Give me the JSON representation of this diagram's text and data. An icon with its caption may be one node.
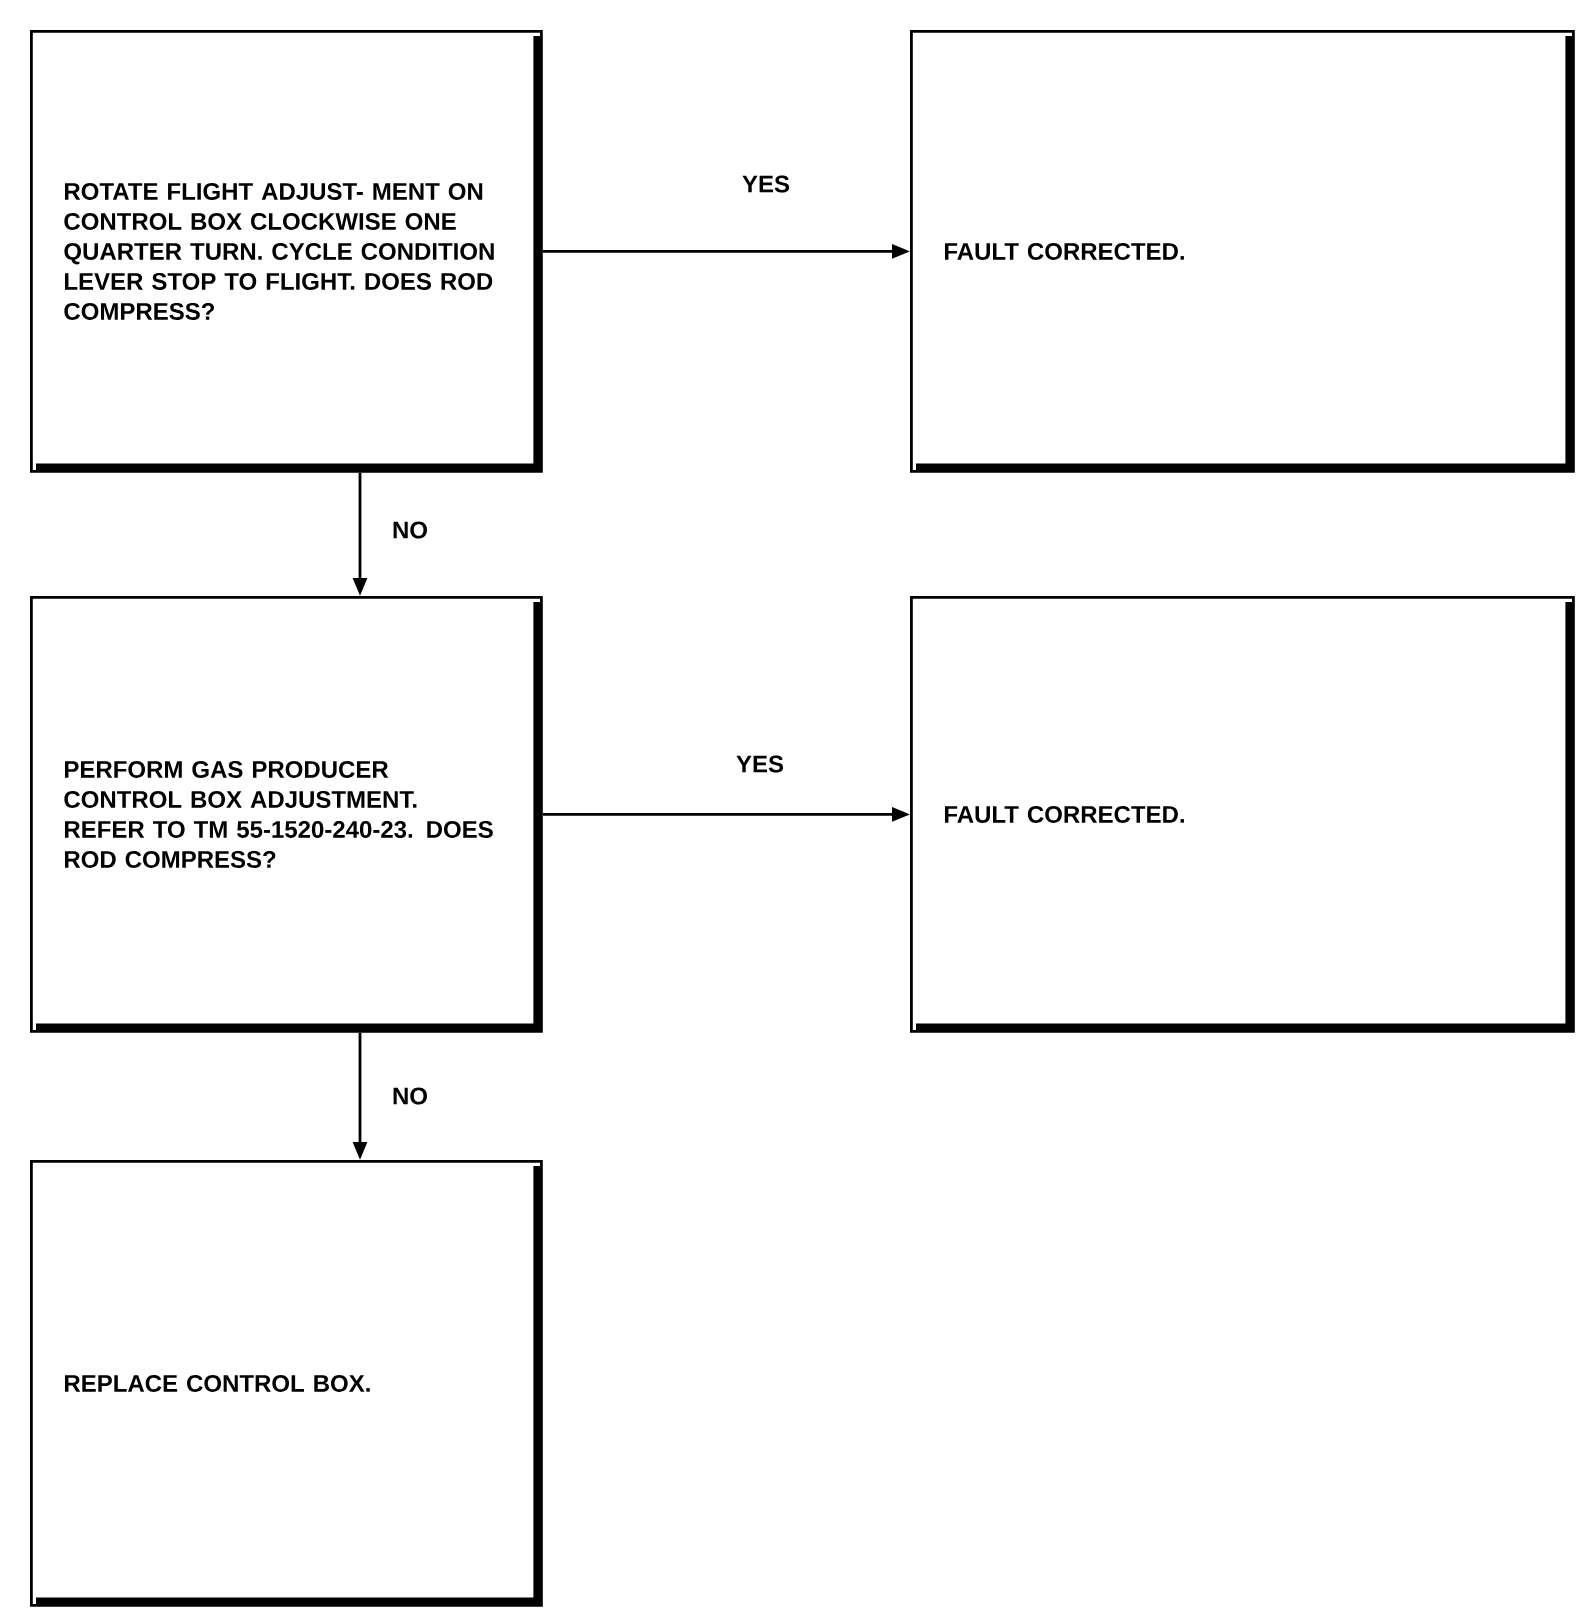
{
  "diagram": {
    "nodes": [
      {
        "text": [
          "ROTATE **FLIGHT** ADJUST- MENT ON CONTROL BOX CLOCKWISE ONE QUARTER TURN. CYCLE CONDITION LEVER **STOP** TO **FLIGHT.** DOES ROD COMPRESS?"
        ]
      },
      {
        "text": [
          "FAULT CORRECTED."
        ]
      },
      {
        "text": [
          "PERFORM GAS PRODUCER CONTROL BOX ADJUSTMENT. REFER TO TM 55-1520-240-23. DOES ROD COMPRESS?"
        ]
      },
      {
        "text": [
          "FAULT CORRECTED."
        ]
      },
      {
        "text": [
          "REPLACE CONTROL BOX."
        ]
      }
    ],
    "edges": [
      {
        "from": 0,
        "to": 1,
        "arrow": "to",
        "label": "YES"
      },
      {
        "from": 0,
        "to": 2,
        "arrow": "to",
        "label": "NO"
      },
      {
        "from": 2,
        "to": 3,
        "arrow": "to",
        "label": "YES"
      },
      {
        "from": 2,
        "to": 4,
        "arrow": "to",
        "label": "NO"
      }
    ]
  }
}
